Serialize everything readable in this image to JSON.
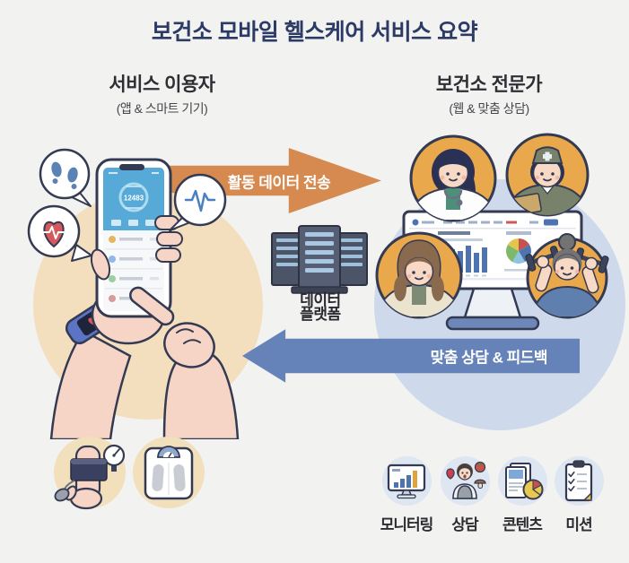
{
  "title": "보건소 모바일 헬스케어 서비스 요약",
  "user_section": {
    "title": "서비스 이용자",
    "subtitle": "(앱 & 스마트 기기)",
    "phone": {
      "step_count": "12483"
    }
  },
  "expert_section": {
    "title": "보건소 전문가",
    "subtitle": "(웹 & 맞춤 상담)"
  },
  "flows": {
    "data_transfer": "활동 데이터 전송",
    "feedback": "맞춤 상담 & 피드백"
  },
  "platform": {
    "line1": "데이터",
    "line2": "플랫폼"
  },
  "features": [
    {
      "label": "모니터링",
      "icon": "monitor-chart-icon"
    },
    {
      "label": "상담",
      "icon": "nutrition-counsel-icon"
    },
    {
      "label": "콘텐츠",
      "icon": "news-pie-icon"
    },
    {
      "label": "미션",
      "icon": "checklist-icon"
    }
  ],
  "devices": [
    {
      "icon": "blood-pressure-monitor-icon"
    },
    {
      "icon": "body-scale-icon"
    }
  ],
  "bubbles": [
    "footsteps-icon",
    "heart-rate-icon",
    "pulse-wave-icon"
  ],
  "colors": {
    "background": "#f2f2f0",
    "title": "#2c3a66",
    "orange_arrow": "#d68a4f",
    "blue_arrow": "#6583b8",
    "beige_circle": "#f3dfbd",
    "blue_blob": "#cedaeb",
    "avatar_bg": "#e9a84b",
    "outline": "#343a52"
  }
}
